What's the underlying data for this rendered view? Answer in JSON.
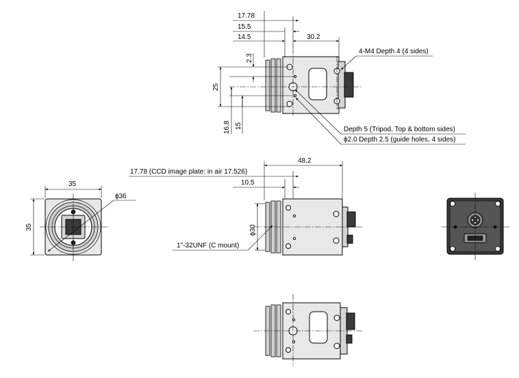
{
  "top_view": {
    "dims": {
      "d1778": "17.78",
      "d155": "15.5",
      "d145": "14.5",
      "d302": "30.2",
      "d23": "2.3",
      "d25": "25",
      "d168": "16.8",
      "d15": "15"
    },
    "callouts": {
      "m4": "4-M4 Depth 4 (4 sides)",
      "depth5": "Depth 5 (Tripod, Top & bottom sides)",
      "guide": "ϕ2.0 Depth 2.5 (guide holes, 4 sides)"
    }
  },
  "front_view": {
    "dims": {
      "w35": "35",
      "h35": "35",
      "phi36": "ϕ36"
    }
  },
  "side_view": {
    "dims": {
      "d482": "48.2",
      "ccd": "17.78 (CCD image plate: in air 17.526)",
      "d105": "10.5",
      "phi30": "ϕ30"
    },
    "callouts": {
      "mount": "1\"-32UNF (C mount)"
    }
  }
}
